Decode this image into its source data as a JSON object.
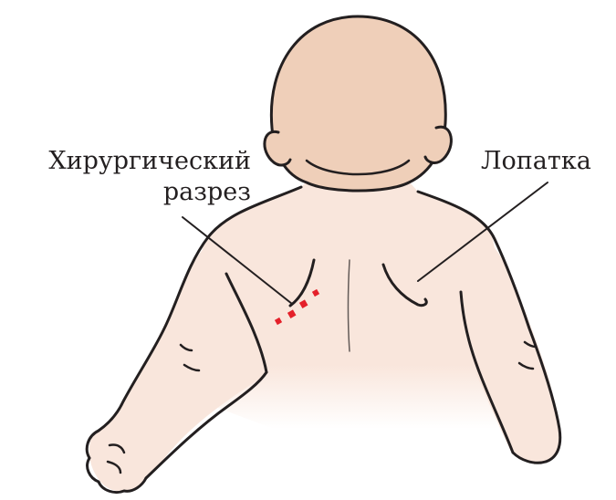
{
  "labels": {
    "incision_line1": "Хирургический",
    "incision_line2": "разрез",
    "scapula": "Лопатка"
  },
  "colors": {
    "skin": "#f9e6dc",
    "head_skin": "#efcfb9",
    "outline": "#231f20",
    "incision": "#e4202a",
    "background": "#ffffff"
  }
}
